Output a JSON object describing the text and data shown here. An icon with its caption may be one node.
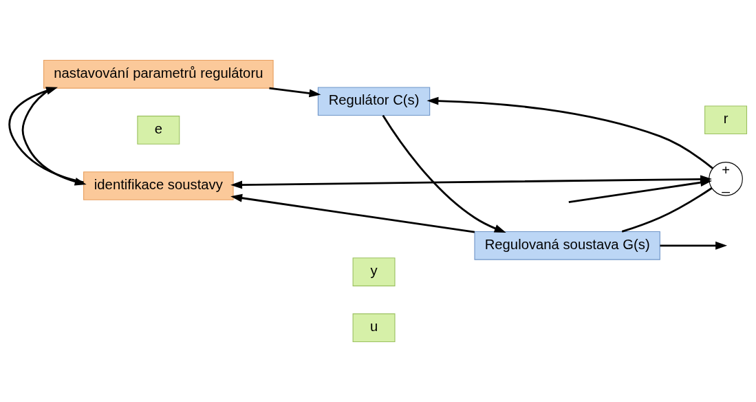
{
  "diagram": {
    "nodes": [
      {
        "text": [
          "identifikace soustavy"
        ]
      },
      {
        "text": [
          "nastavování parametrů regulátoru"
        ]
      },
      {
        "text": [
          "r"
        ]
      },
      {
        "text": [
          "+",
          "_"
        ]
      },
      {
        "text": [
          "e"
        ]
      },
      {
        "text": [
          "Regulátor C(s)"
        ]
      },
      {
        "text": [
          "u"
        ]
      },
      {
        "text": [
          "Regulovaná soustava G(s)"
        ]
      },
      {
        "text": [
          "y"
        ]
      }
    ],
    "edges": [
      {
        "from": 3,
        "to": 0,
        "arrow": "both"
      },
      {
        "from": 1,
        "to": 0,
        "arrow": "to"
      },
      {
        "from": 1,
        "to": 5,
        "arrow": "to"
      },
      {
        "from": 0,
        "to": 1,
        "arrow": "to"
      },
      {
        "from": 7,
        "to": 0,
        "arrow": "to"
      },
      {
        "from": null,
        "to": 3,
        "arrow": "to"
      },
      {
        "from": 3,
        "to": 5,
        "arrow": "to"
      },
      {
        "from": 5,
        "to": 7,
        "arrow": "to"
      },
      {
        "from": 7,
        "to": null,
        "arrow": "to"
      },
      {
        "from": 7,
        "to": 3,
        "arrow": "none"
      }
    ]
  }
}
